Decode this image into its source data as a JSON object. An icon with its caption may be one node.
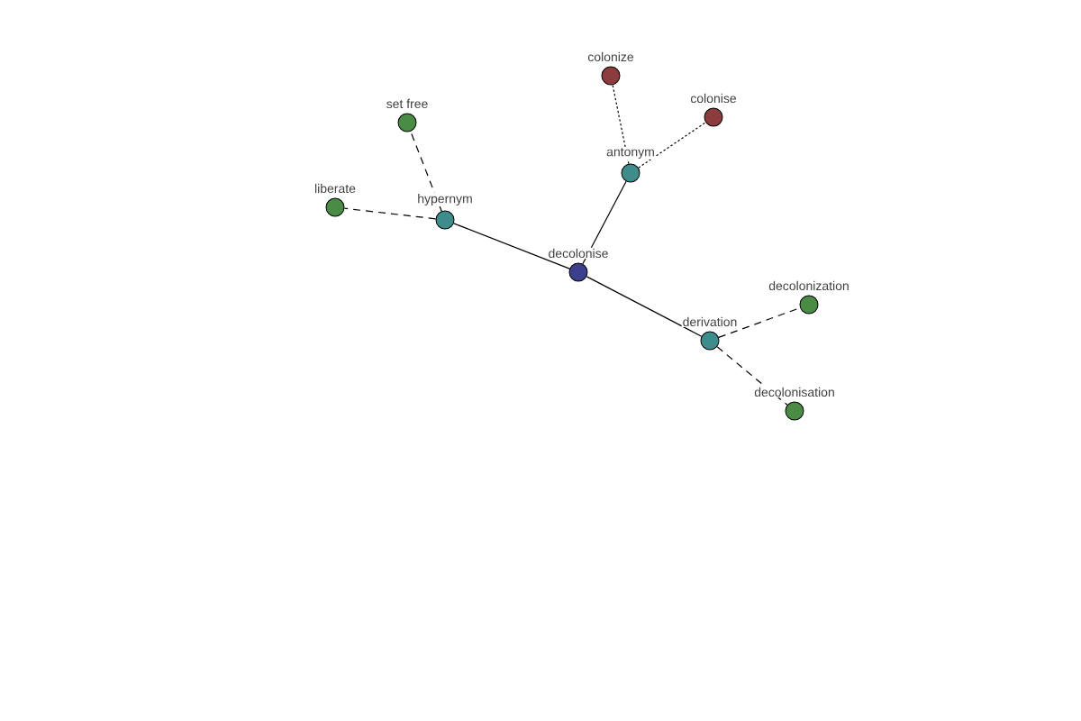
{
  "diagram": {
    "nodes": [
      {
        "text": [
          "decolonise"
        ]
      },
      {
        "text": [
          "hypernym"
        ]
      },
      {
        "text": [
          "antonym"
        ]
      },
      {
        "text": [
          "derivation"
        ]
      },
      {
        "text": [
          "set free"
        ]
      },
      {
        "text": [
          "liberate"
        ]
      },
      {
        "text": [
          "colonize"
        ]
      },
      {
        "text": [
          "colonise"
        ]
      },
      {
        "text": [
          "decolonization"
        ]
      },
      {
        "text": [
          "decolonisation"
        ]
      }
    ],
    "edges": [
      {
        "from": 0,
        "to": 1,
        "arrow": "none"
      },
      {
        "from": 0,
        "to": 2,
        "arrow": "none"
      },
      {
        "from": 0,
        "to": 3,
        "arrow": "none"
      },
      {
        "from": 1,
        "to": 4,
        "arrow": "none",
        "style": "dashed"
      },
      {
        "from": 1,
        "to": 5,
        "arrow": "none",
        "style": "dashed"
      },
      {
        "from": 2,
        "to": 6,
        "arrow": "none",
        "style": "dashed"
      },
      {
        "from": 2,
        "to": 7,
        "arrow": "none",
        "style": "dashed"
      },
      {
        "from": 3,
        "to": 8,
        "arrow": "none",
        "style": "dashed"
      },
      {
        "from": 3,
        "to": 9,
        "arrow": "none",
        "style": "dashed"
      }
    ]
  }
}
